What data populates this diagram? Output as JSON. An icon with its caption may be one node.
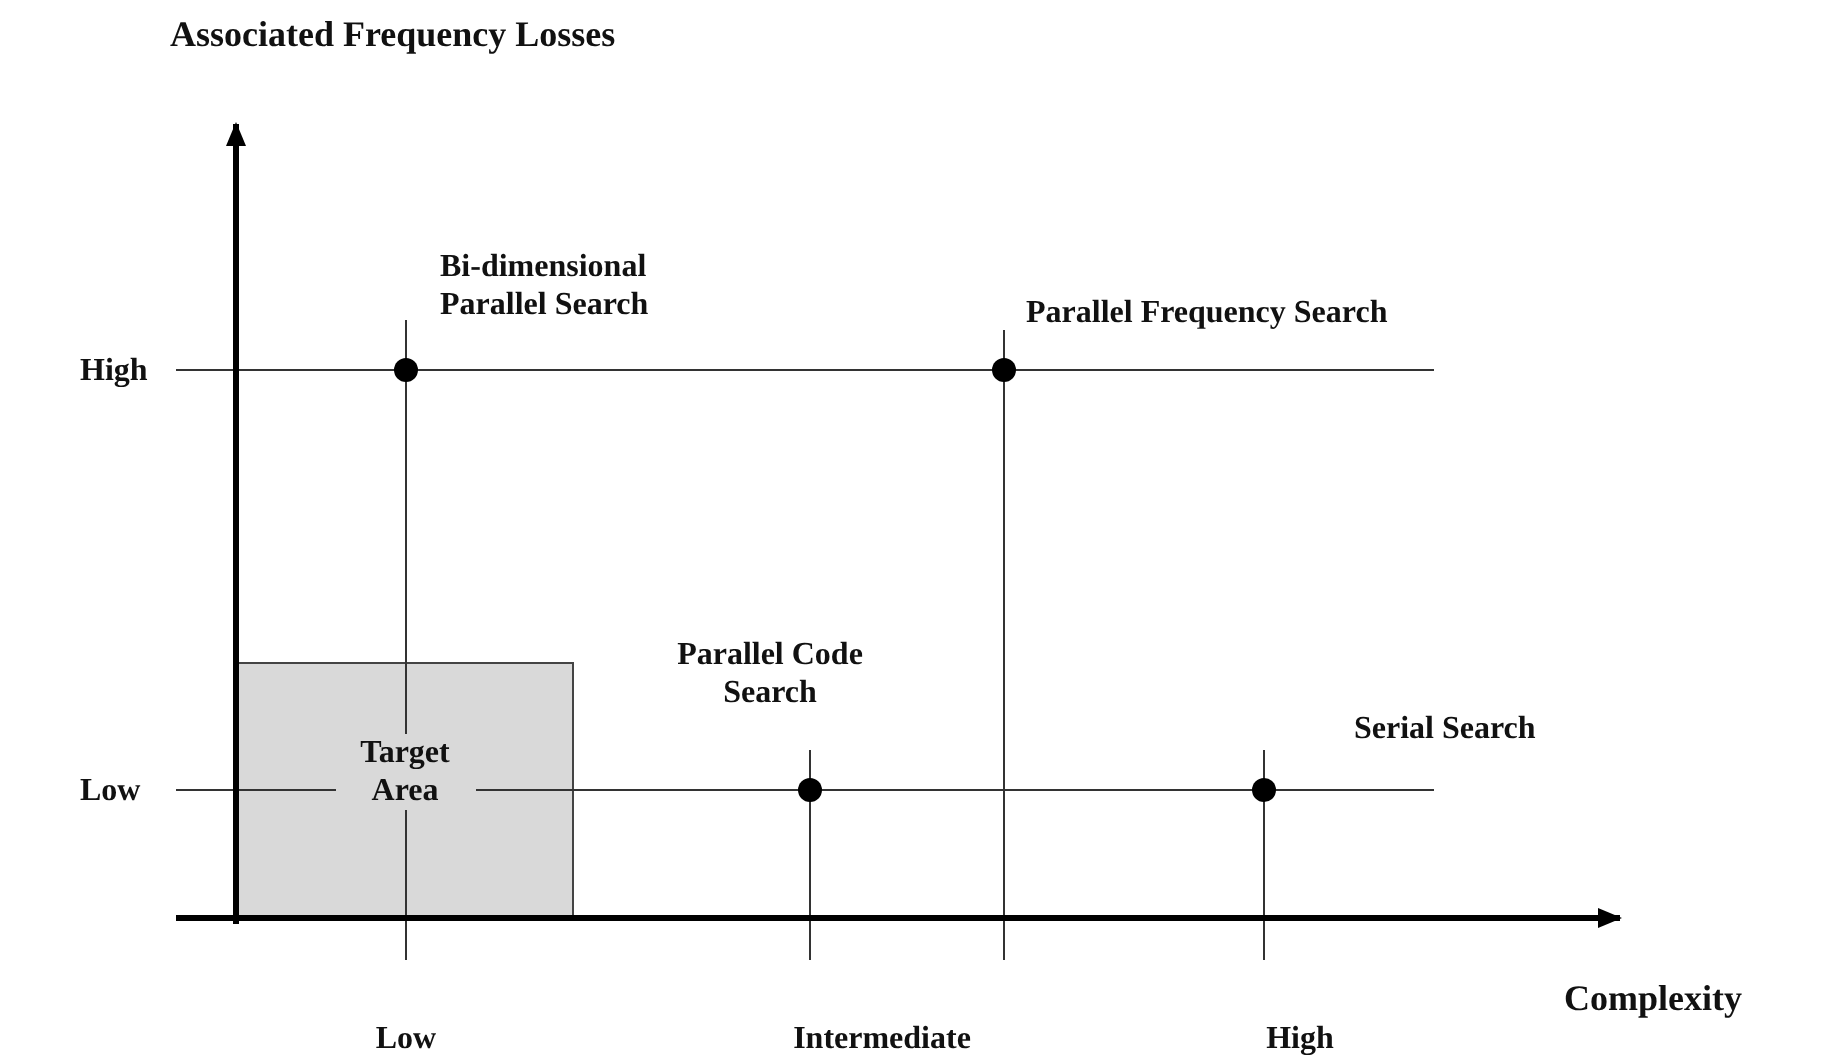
{
  "diagram": {
    "nodes": [
      {
        "text": [
          "Target Area"
        ]
      }
    ],
    "labels": [
      "Associated Frequency Losses",
      "Bi-dimensional Parallel Search",
      "Parallel Frequency Search",
      "High",
      "Parallel Code Search",
      "Serial Search",
      "Low",
      "Complexity",
      "Low",
      "Intermediate",
      "High"
    ]
  }
}
